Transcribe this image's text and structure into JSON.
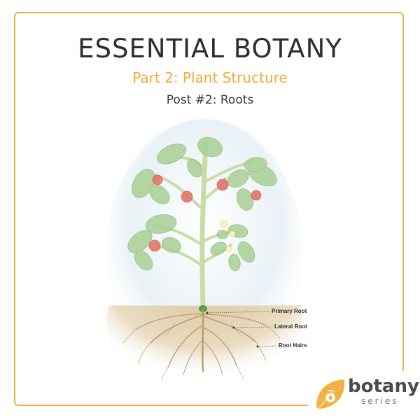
{
  "header": {
    "title": "ESSENTIAL BOTANY",
    "subtitle": "Part 2: Plant Structure",
    "post": "Post #2: Roots"
  },
  "diagram": {
    "labels": {
      "primary_root": "Primary Root",
      "lateral_root": "Lateral Root",
      "root_hairs": "Root Hairs"
    }
  },
  "logo": {
    "word": "botany",
    "series": "series",
    "brand_glyph": "ō"
  },
  "colors": {
    "accent": "#f2b23f",
    "leaf": "#9fc98a",
    "tomato": "#e05a4a",
    "soil": "#d9c7a4",
    "stem": "#c9dfaa"
  }
}
